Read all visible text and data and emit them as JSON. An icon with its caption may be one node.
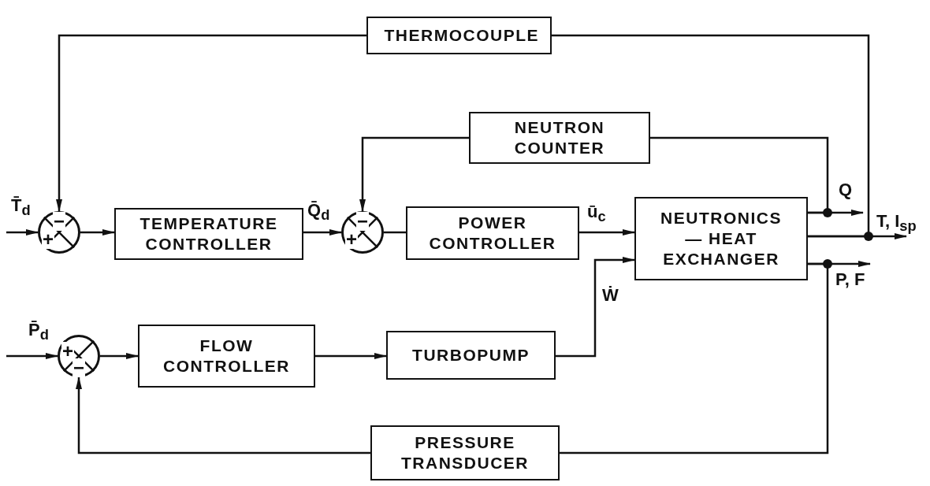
{
  "diagram": {
    "nodes": [
      {
        "text": [
          "THERMOCOUPLE"
        ]
      },
      {
        "text": [
          "NEUTRON COUNTER"
        ]
      },
      {
        "text": [],
        "shape": "circle"
      },
      {
        "text": [
          "TEMPERATURE CONTROLLER"
        ]
      },
      {
        "text": [],
        "shape": "circle"
      },
      {
        "text": [
          "POWER CONTROLLER"
        ]
      },
      {
        "text": [
          "NEUTRONICS — HEAT EXCHANGER"
        ]
      },
      {
        "text": [],
        "shape": "circle"
      },
      {
        "text": [
          "FLOW CONTROLLER"
        ]
      },
      {
        "text": [
          "TURBOPUMP"
        ]
      },
      {
        "text": [
          "PRESSURE TRANSDUCER"
        ]
      }
    ],
    "edges": [
      {
        "from": null,
        "to": 2,
        "arrow": "to",
        "label": "T̄$_{d}$"
      },
      {
        "from": 6,
        "to": 0,
        "arrow": "none"
      },
      {
        "from": 0,
        "to": 2,
        "arrow": "to"
      },
      {
        "from": 2,
        "to": 3,
        "arrow": "to"
      },
      {
        "from": 3,
        "to": 4,
        "arrow": "to",
        "label": "Q̄$_{d}$"
      },
      {
        "from": 4,
        "to": 5,
        "arrow": "none"
      },
      {
        "from": 5,
        "to": 6,
        "arrow": "to",
        "label": "ū$_{c}$"
      },
      {
        "from": 6,
        "to": 1,
        "arrow": "none"
      },
      {
        "from": 1,
        "to": 4,
        "arrow": "to"
      },
      {
        "from": 6,
        "to": null,
        "arrow": "to",
        "label": "Q"
      },
      {
        "from": 6,
        "to": null,
        "arrow": "to",
        "label": "T, I$_{sp}$"
      },
      {
        "from": 6,
        "to": null,
        "arrow": "to",
        "label": "P, F"
      },
      {
        "from": 6,
        "to": 10,
        "arrow": "none"
      },
      {
        "from": 10,
        "to": 7,
        "arrow": "to"
      },
      {
        "from": null,
        "to": 7,
        "arrow": "to",
        "label": "P̄$_{d}$"
      },
      {
        "from": 7,
        "to": 8,
        "arrow": "to"
      },
      {
        "from": 8,
        "to": 9,
        "arrow": "to"
      },
      {
        "from": 9,
        "to": 6,
        "arrow": "to",
        "label": "Ẇ"
      }
    ],
    "labels": [
      "−",
      "+",
      "−",
      "+",
      "+",
      "−"
    ]
  }
}
